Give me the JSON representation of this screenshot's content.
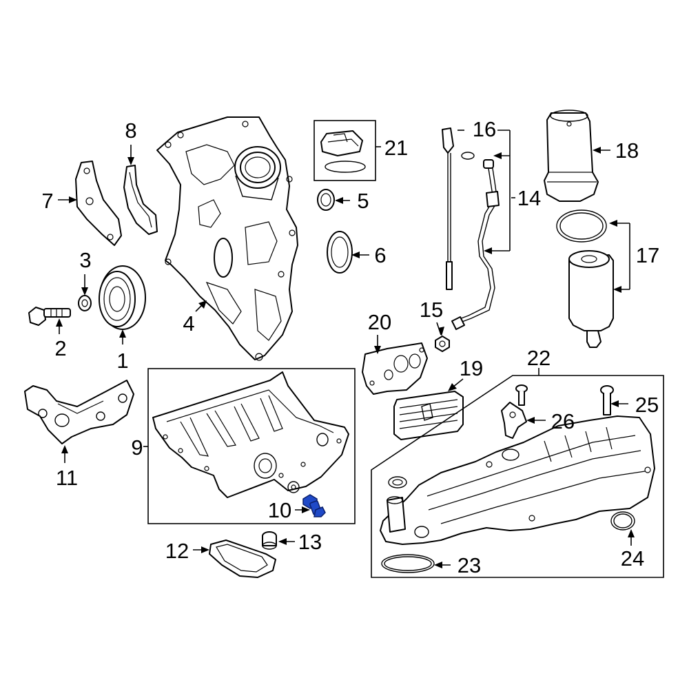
{
  "callouts": {
    "c1": "1",
    "c2": "2",
    "c3": "3",
    "c4": "4",
    "c5": "5",
    "c6": "6",
    "c7": "7",
    "c8": "8",
    "c9": "9",
    "c10": "10",
    "c11": "11",
    "c12": "12",
    "c13": "13",
    "c14": "14",
    "c15": "15",
    "c16": "16",
    "c17": "17",
    "c18": "18",
    "c19": "19",
    "c20": "20",
    "c21": "21",
    "c22": "22",
    "c23": "23",
    "c24": "24",
    "c25": "25",
    "c26": "26"
  },
  "highlighted_callout": "10",
  "colors": {
    "line": "#000000",
    "background": "#ffffff",
    "highlight": "#1f49c7"
  }
}
